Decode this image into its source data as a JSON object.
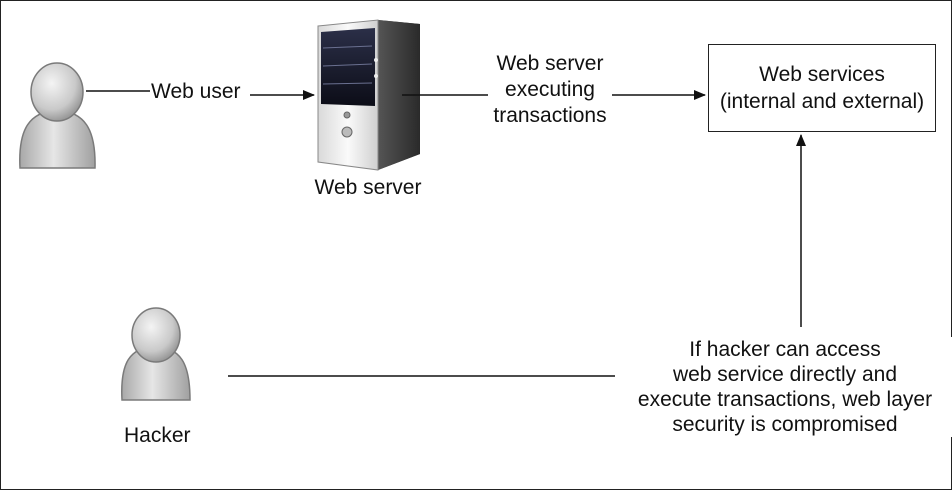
{
  "diagram": {
    "web_user_label": "Web user",
    "web_server_label": "Web server",
    "executing_label": [
      "Web server",
      "executing",
      "transactions"
    ],
    "web_services_box": [
      "Web services",
      "(internal and external)"
    ],
    "hacker_label": "Hacker",
    "warning_note": [
      "If hacker can access",
      "web service directly and",
      "execute transactions, web layer",
      "security is compromised"
    ]
  }
}
